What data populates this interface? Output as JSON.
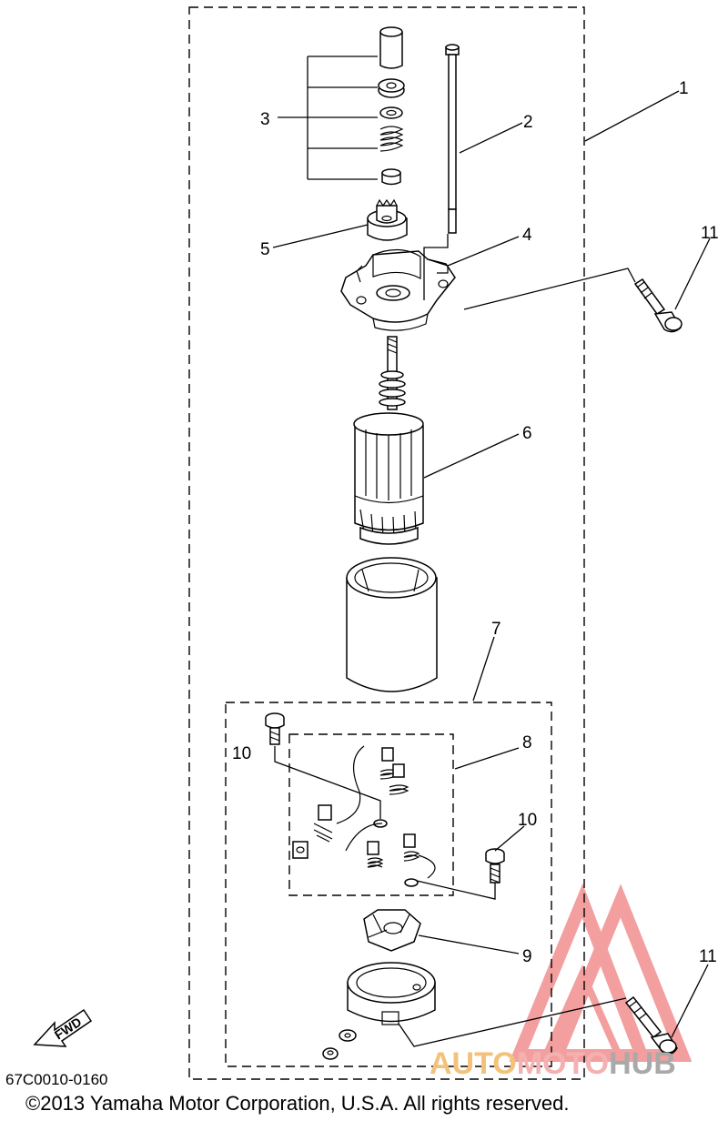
{
  "callouts": {
    "c1": "1",
    "c2": "2",
    "c3": "3",
    "c4": "4",
    "c5": "5",
    "c6": "6",
    "c7": "7",
    "c8": "8",
    "c9": "9",
    "c10a": "10",
    "c10b": "10",
    "c11a": "11",
    "c11b": "11"
  },
  "fwd_label": "FWD",
  "part_code": "67C0010-0160",
  "copyright": "©2013 Yamaha Motor Corporation, U.S.A. All rights reserved.",
  "watermark": {
    "part1": "AUTO",
    "part2": "MOTO",
    "part3": "HUB",
    "color_auto": "#f3c27a",
    "color_moto": "#f4b1b1",
    "color_hub": "#a9a9a9",
    "triangle_color": "#f08080"
  }
}
